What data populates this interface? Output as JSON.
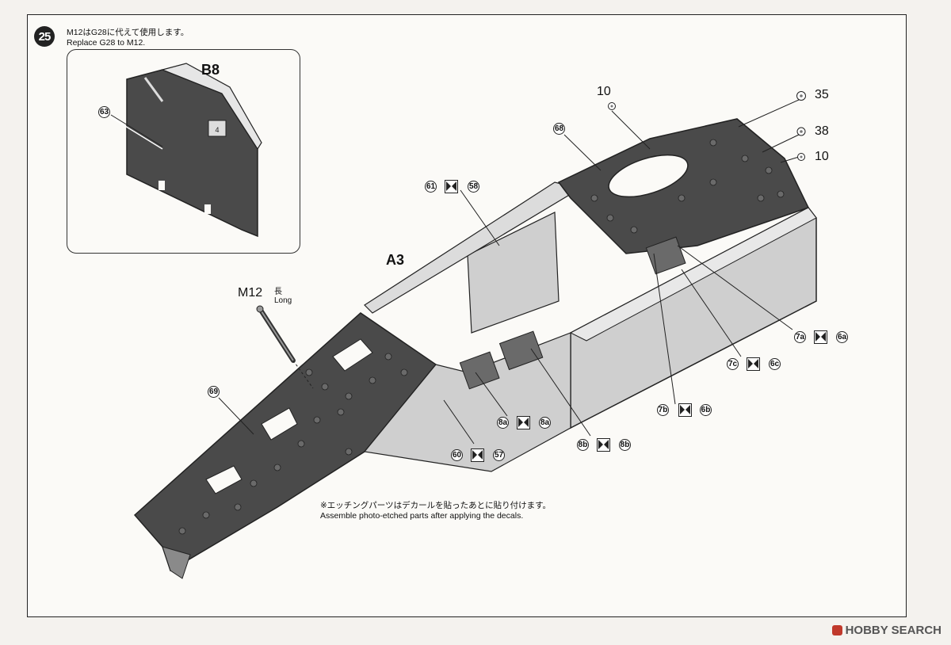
{
  "step": {
    "number": "25"
  },
  "notes": {
    "top_jp": "M12はG28に代えて使用します。",
    "top_en": "Replace G28 to M12.",
    "bottom_jp": "※エッチングパーツはデカールを貼ったあとに貼り付けます。",
    "bottom_en": "Assemble photo-etched parts after applying the decals."
  },
  "inset": {
    "part_label": "B8",
    "callout": "63",
    "tab_number": "4"
  },
  "main": {
    "part_label": "A3",
    "screw": {
      "label": "M12",
      "note_jp": "長",
      "note_en": "Long"
    },
    "callouts": {
      "c69": "69",
      "c68": "68",
      "c61": "61",
      "c58": "58",
      "c60": "60",
      "c57": "57",
      "c8a_left": "8a",
      "c8a_right": "8a",
      "c8b_left": "8b",
      "c8b_right": "8b",
      "c7a": "7a",
      "c6a": "6a",
      "c7c": "7c",
      "c6c": "6c",
      "c7b": "7b",
      "c6b": "6b"
    },
    "fasteners": [
      {
        "icon": "washer-icon",
        "label": "10"
      },
      {
        "icon": "washer-icon",
        "label": "35"
      },
      {
        "icon": "washer-icon",
        "label": "38"
      },
      {
        "icon": "washer-icon",
        "label": "10"
      }
    ]
  },
  "watermark": {
    "brand": "HOBBY SEARCH"
  },
  "colors": {
    "panel_dark": "#4a4a4a",
    "panel_light": "#cfcfcf",
    "panel_mid": "#8a8a8a"
  }
}
